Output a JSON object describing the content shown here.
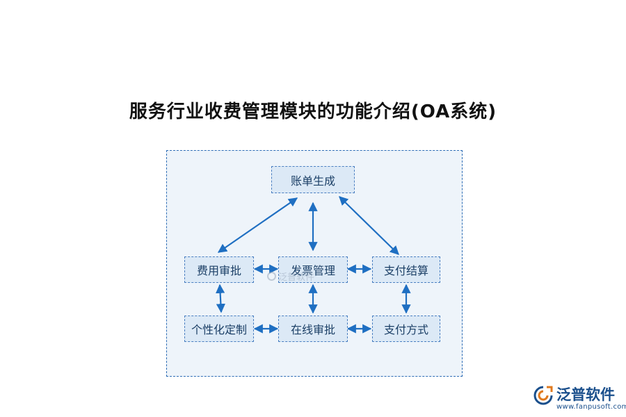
{
  "title": "服务行业收费管理模块的功能介绍(OA系统)",
  "nodes": {
    "bill_generation": "账单生成",
    "fee_approval": "费用审批",
    "invoice_management": "发票管理",
    "payment_settlement": "支付结算",
    "customization": "个性化定制",
    "online_approval": "在线审批",
    "payment_method": "支付方式"
  },
  "watermark": {
    "text": "泛普软件"
  },
  "logo": {
    "brand": "泛普软件",
    "url": "www.fanpusoft.com"
  },
  "colors": {
    "accent": "#1f6fc2",
    "node_bg": "#dce9f6",
    "frame_bg": "#eef4fa"
  },
  "icons": {
    "logo": "fanpu-logo-icon",
    "watermark": "fanpu-watermark-icon"
  }
}
